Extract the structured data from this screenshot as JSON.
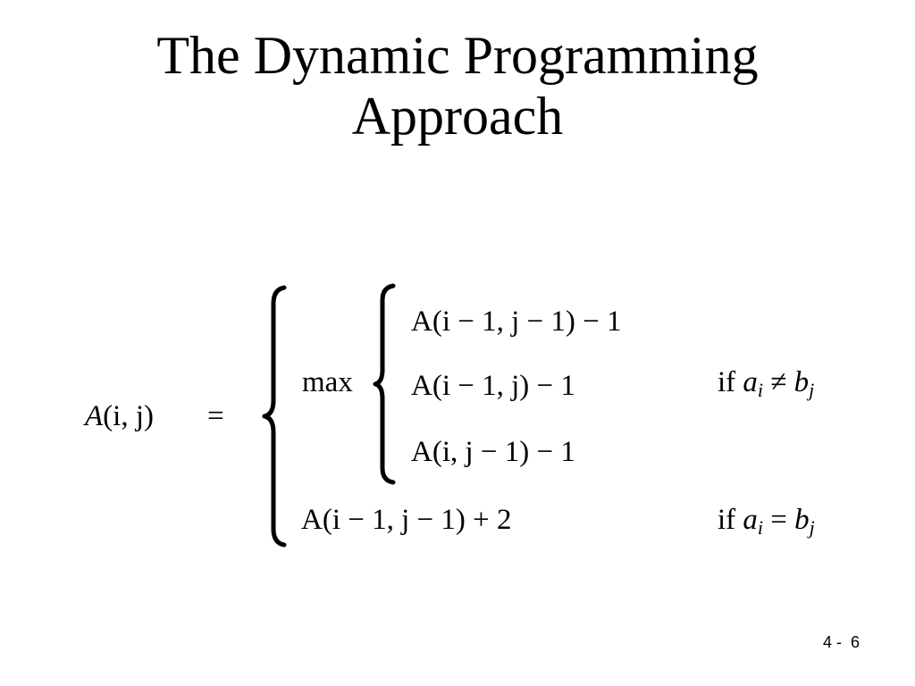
{
  "slide": {
    "title_line1": "The Dynamic Programming",
    "title_line2": "Approach"
  },
  "formula": {
    "lhs_name": "A",
    "lhs_args": "(i, j)",
    "equals": "=",
    "max_label": "max",
    "inner_case_1": "A(i − 1, j − 1) − 1",
    "inner_case_2": "A(i − 1, j) − 1",
    "inner_case_3": "A(i, j − 1) − 1",
    "outer_case_2": "A(i − 1, j − 1) + 2",
    "if_word": "if",
    "condition_1_a": "a",
    "condition_1_sub_a": "i",
    "condition_1_op": "≠",
    "condition_1_b": "b",
    "condition_1_sub_b": "j",
    "condition_2_a": "a",
    "condition_2_sub_a": "i",
    "condition_2_op": "=",
    "condition_2_b": "b",
    "condition_2_sub_b": "j"
  },
  "footer": {
    "chapter": "4 -",
    "page": "6"
  }
}
